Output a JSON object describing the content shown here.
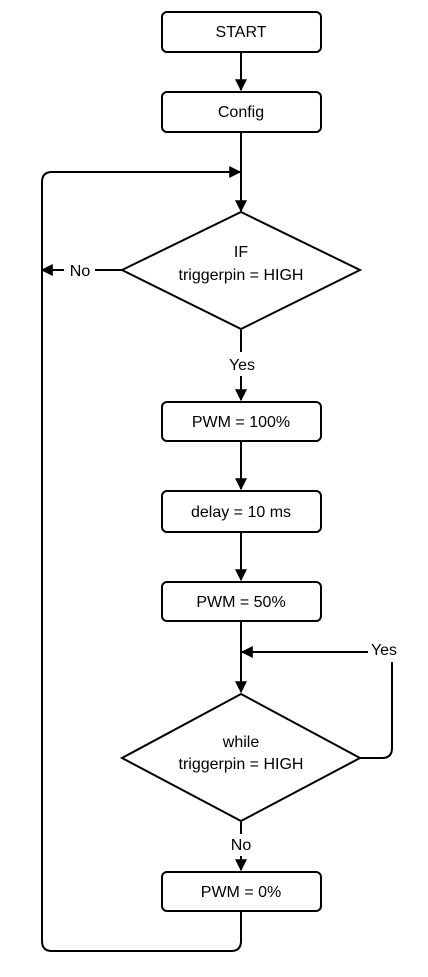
{
  "nodes": {
    "start": "START",
    "config": "Config",
    "if_decision": {
      "line1": "IF",
      "line2": "triggerpin = HIGH"
    },
    "pwm_100": "PWM = 100%",
    "delay": "delay = 10 ms",
    "pwm_50": "PWM = 50%",
    "while_decision": {
      "line1": "while",
      "line2": "triggerpin = HIGH"
    },
    "pwm_0": "PWM = 0%"
  },
  "edge_labels": {
    "if_no": "No",
    "if_yes": "Yes",
    "while_yes": "Yes",
    "while_no": "No"
  }
}
